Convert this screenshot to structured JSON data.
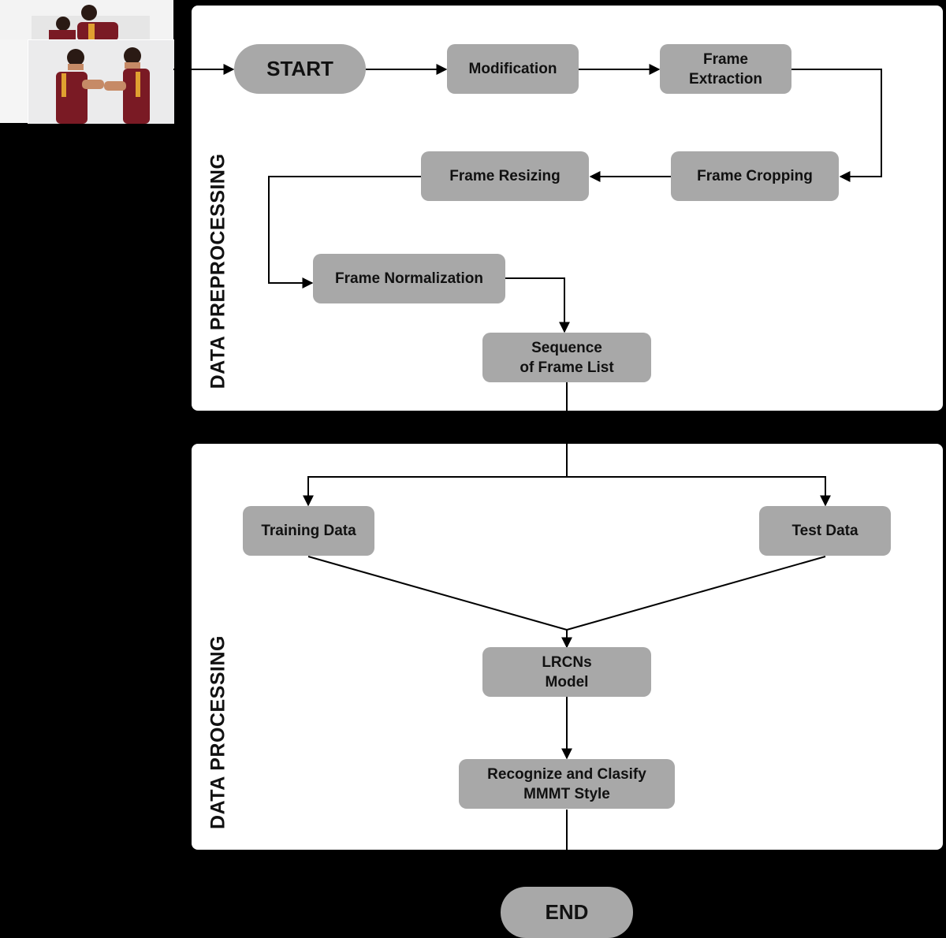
{
  "sections": {
    "preprocessing": "DATA PREPROCESSING",
    "processing": "DATA PROCESSING"
  },
  "nodes": {
    "start": "START",
    "modification": "Modification",
    "frame_extraction": "Frame\nExtraction",
    "frame_cropping": "Frame Cropping",
    "frame_resizing": "Frame Resizing",
    "frame_normalization": "Frame Normalization",
    "sequence_frame_list": "Sequence\nof Frame List",
    "training_data": "Training Data",
    "test_data": "Test Data",
    "lrcns_model": "LRCNs\nModel",
    "recognize_classify": "Recognize and Clasify\nMMMT Style",
    "end": "END"
  },
  "colors": {
    "node_fill": "#a8a8a8",
    "panel_fill": "#ffffff",
    "background": "#000000",
    "robe": "#7a1a24",
    "sash": "#e0a030"
  },
  "icons": [
    "martial-arts-photo"
  ]
}
